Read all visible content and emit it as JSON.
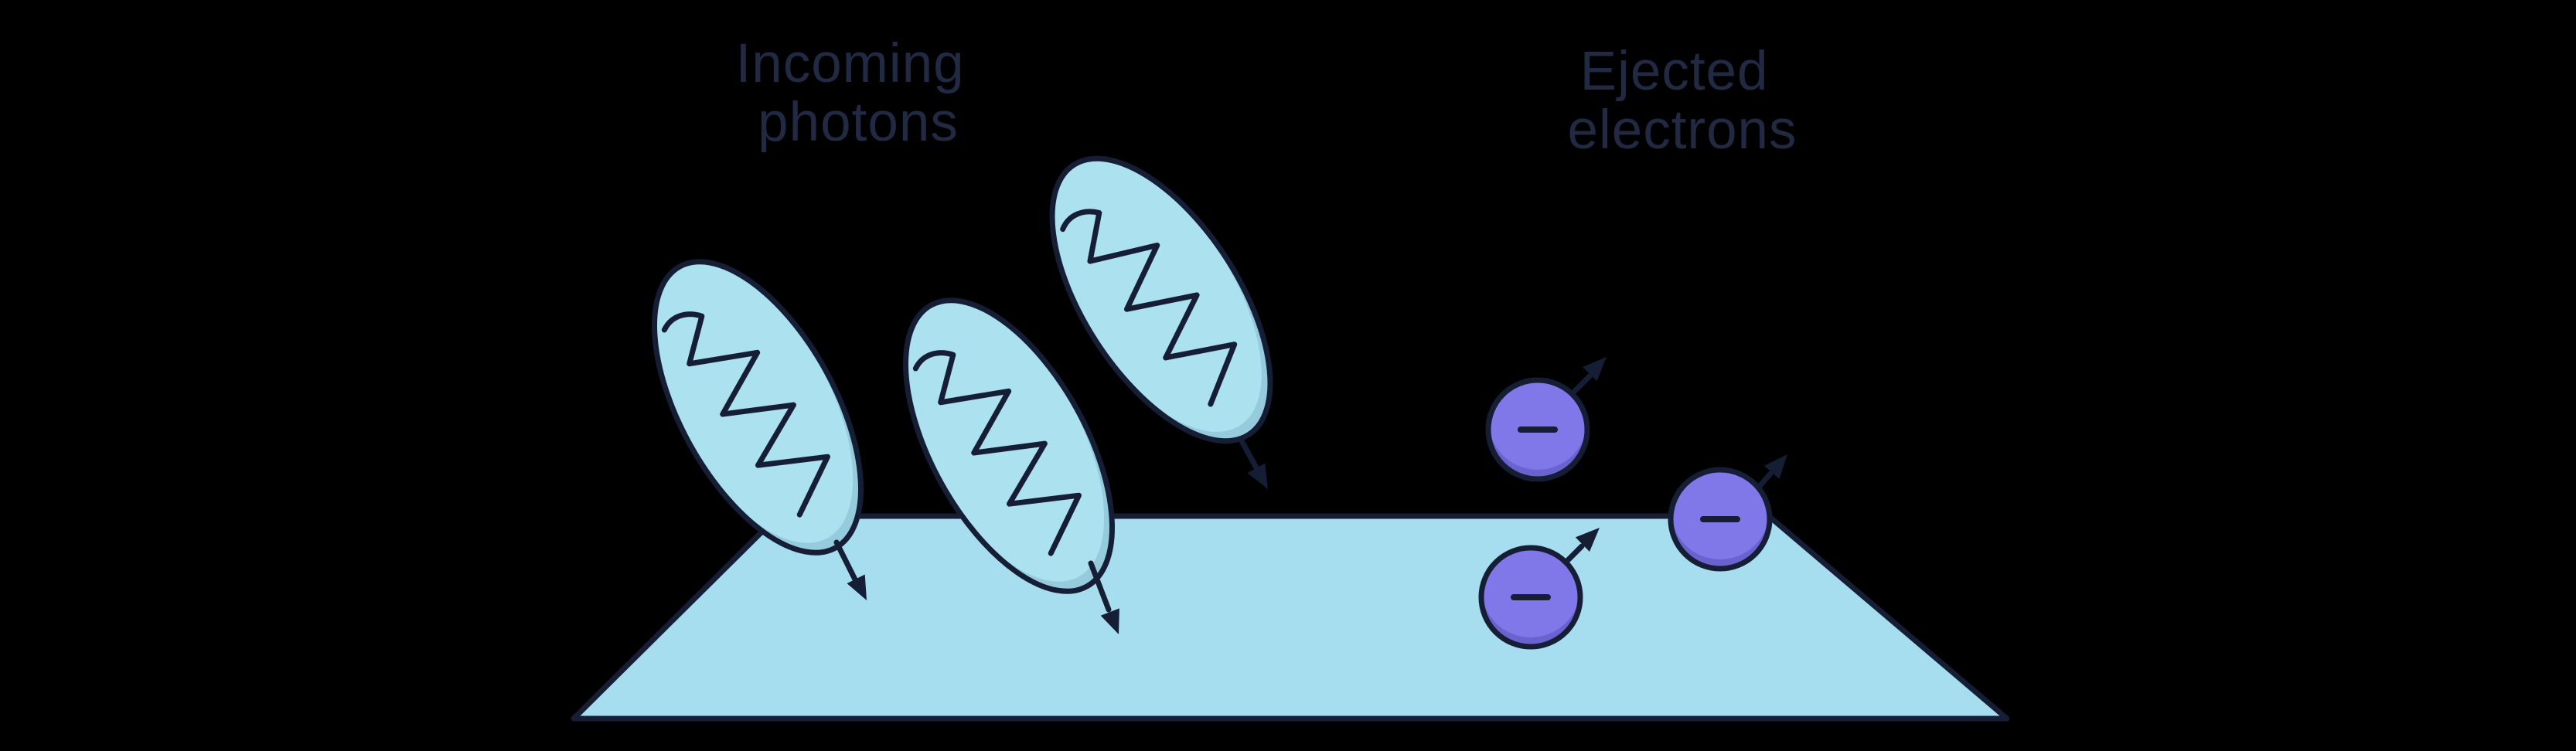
{
  "labels": {
    "incoming_photons": {
      "lines": [
        "Incoming",
        "photons"
      ]
    },
    "ejected_electrons": {
      "lines": [
        "Ejected",
        "electrons"
      ]
    }
  },
  "colors": {
    "background": "#000000",
    "ink": "#161e36",
    "text": "#212a42",
    "photon_fill": "#ace1f0",
    "photon_shade": "#95cbdc",
    "plate_fill": "#a6deef",
    "electron_fill": "#8078e8",
    "electron_shade": "#6a62cf"
  },
  "entities": {
    "photon_count": 3,
    "electron_count": 3,
    "icons": {
      "photon": "photon-wave-packet-icon",
      "electron": "electron-minus-icon",
      "surface": "metal-plate"
    }
  }
}
